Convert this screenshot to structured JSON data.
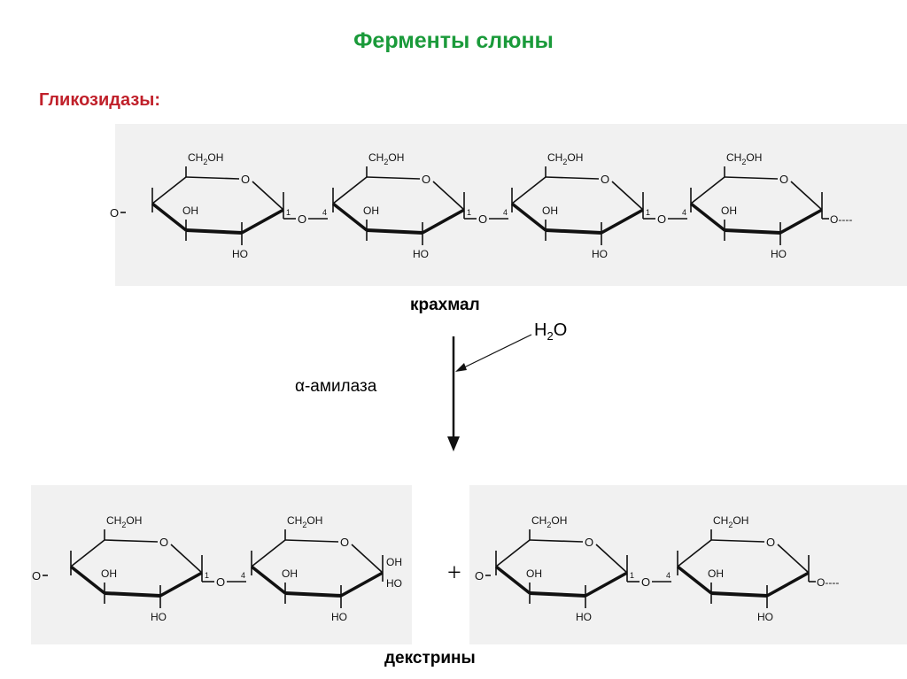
{
  "title": "Ферменты слюны",
  "subtitle": "Гликозидазы:",
  "starch_label": "крахмал",
  "water": {
    "main": "H",
    "sub": "2",
    "tail": "O"
  },
  "enzyme_label": "α-амилаза",
  "dextrins_label": "декстрины",
  "plus": "+",
  "chem": {
    "ch2oh": "CH",
    "ch2oh_sub": "2",
    "ch2oh_tail": "OH",
    "oh": "OH",
    "ho": "HO",
    "o": "O",
    "c1": "1",
    "c4": "4",
    "tail": "O----"
  }
}
